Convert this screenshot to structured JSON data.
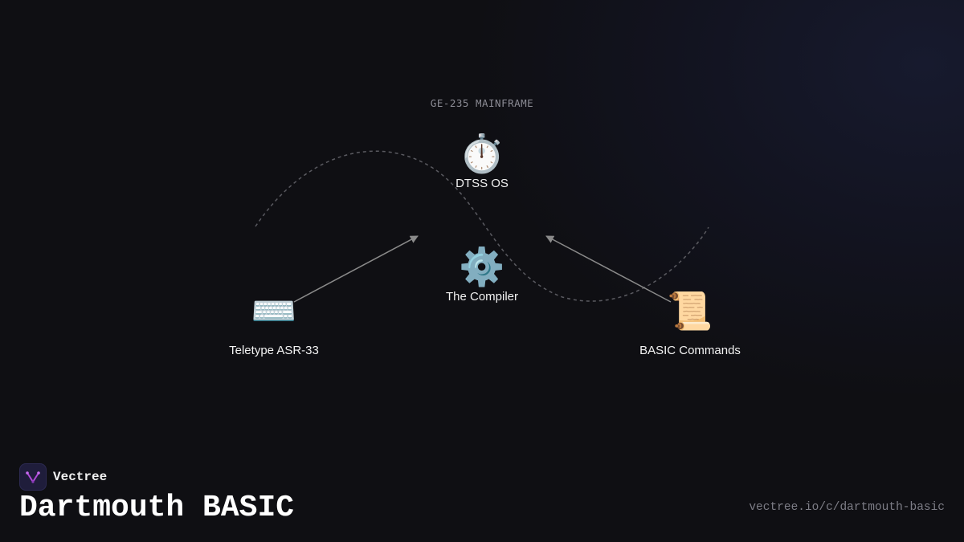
{
  "group": {
    "label": "GE-235 MAINFRAME"
  },
  "nodes": [
    {
      "id": "dtss",
      "label": "DTSS OS",
      "icon": "⏱️",
      "icon_name": "stopwatch-icon"
    },
    {
      "id": "compiler",
      "label": "The Compiler",
      "icon": "⚙️",
      "icon_name": "gear-icon"
    },
    {
      "id": "teletype",
      "label": "Teletype ASR-33",
      "icon": "⌨️",
      "icon_name": "keyboard-icon"
    },
    {
      "id": "basic",
      "label": "BASIC Commands",
      "icon": "📜",
      "icon_name": "scroll-icon"
    }
  ],
  "edges": [
    {
      "from": "teletype",
      "to": "compiler"
    },
    {
      "from": "basic",
      "to": "compiler"
    }
  ],
  "footer": {
    "brand": "Vectree",
    "title": "Dartmouth BASIC",
    "url": "vectree.io/c/dartmouth-basic"
  },
  "colors": {
    "background": "#0f0f13",
    "arrow": "#8a8a8a",
    "dashed_curve": "#5a5a60",
    "text": "#f2f2f2",
    "muted_text": "#7d7d86",
    "brand_accent": "#b04ad9"
  }
}
